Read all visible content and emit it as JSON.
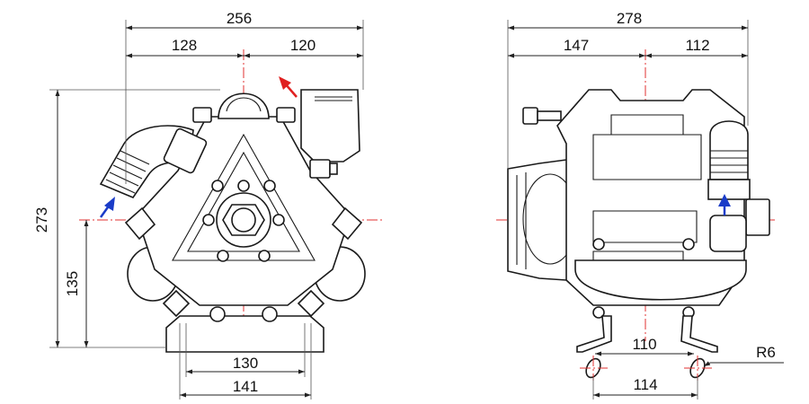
{
  "front_view": {
    "overall_width": "256",
    "left_width": "128",
    "right_width": "120",
    "overall_height": "273",
    "shaft_height": "135",
    "hole_spacing_inner": "130",
    "hole_spacing_outer": "141"
  },
  "side_view": {
    "overall_length": "278",
    "left_length": "147",
    "right_length": "112",
    "foot_spacing_inner": "110",
    "foot_spacing_outer": "114",
    "slot_radius": "R6"
  },
  "colors": {
    "centerline": "#e03030",
    "outlet_arrow": "#e02020",
    "inlet_arrow": "#1a3cc8",
    "line": "#1a1a1a"
  }
}
